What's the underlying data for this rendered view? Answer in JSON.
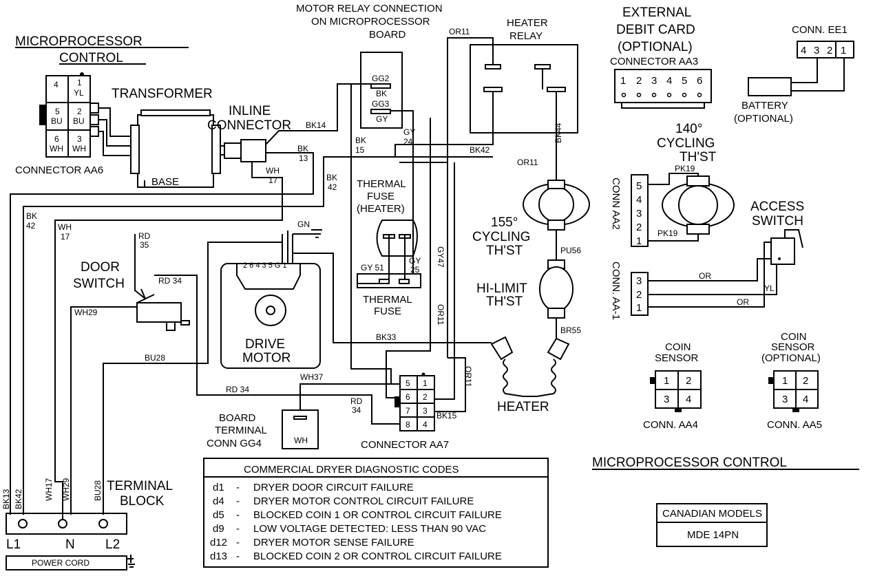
{
  "titles": {
    "main_top": [
      "MICROPROCESSOR",
      "CONTROL"
    ],
    "main_bottom": "MICROPROCESSOR CONTROL"
  },
  "transformer": {
    "label": "TRANSFORMER",
    "base": "BASE"
  },
  "inline_connector": [
    "INLINE",
    "CONNECTOR"
  ],
  "connector_aa6": {
    "label": "CONNECTOR AA6",
    "pins": [
      "4",
      "1",
      "YL",
      "5",
      "BU",
      "2",
      "BU",
      "6",
      "WH",
      "3",
      "WH"
    ]
  },
  "motor_relay": {
    "label": [
      "MOTOR RELAY CONNECTION",
      "ON MICROPROCESSOR",
      "BOARD"
    ],
    "pins": [
      "GG2",
      "BK",
      "GG3",
      "GY"
    ]
  },
  "heater_relay": [
    "HEATER",
    "RELAY"
  ],
  "debit_card": {
    "label": [
      "EXTERNAL",
      "DEBIT CARD",
      "(OPTIONAL)",
      "CONNECTOR AA3"
    ],
    "pins": [
      "1",
      "2",
      "3",
      "4",
      "5",
      "6"
    ]
  },
  "conn_ee1": {
    "label": "CONN. EE1",
    "pins": [
      "4",
      "3",
      "2",
      "1"
    ]
  },
  "battery": [
    "BATTERY",
    "(OPTIONAL)"
  ],
  "thermal_fuse_heater": [
    "THERMAL",
    "FUSE",
    "(HEATER)"
  ],
  "thermal_fuse": [
    "THERMAL",
    "FUSE"
  ],
  "cycling_155": [
    "155°",
    "CYCLING",
    "TH'ST"
  ],
  "cycling_140": [
    "140°",
    "CYCLING",
    "TH'ST"
  ],
  "hi_limit": [
    "HI-LIMIT",
    "TH'ST"
  ],
  "conn_aa2": {
    "label": "CONN AA2",
    "pins": [
      "5",
      "4",
      "3",
      "2",
      "1"
    ]
  },
  "conn_aa1": {
    "label": "CONN. AA-1",
    "pins": [
      "3",
      "2",
      "1"
    ]
  },
  "access_switch": [
    "ACCESS",
    "SWITCH"
  ],
  "door_switch": [
    "DOOR",
    "SWITCH"
  ],
  "drive_motor": {
    "label": [
      "DRIVE",
      "MOTOR"
    ],
    "pins": "2 6 4 3 5 G 1"
  },
  "heater": "HEATER",
  "coin_aa4": {
    "label": [
      "COIN",
      "SENSOR"
    ],
    "conn": "CONN. AA4",
    "pins": [
      "1",
      "2",
      "3",
      "4"
    ]
  },
  "coin_aa5": {
    "label": [
      "COIN",
      "SENSOR",
      "(OPTIONAL)"
    ],
    "conn": "CONN. AA5",
    "pins": [
      "1",
      "2",
      "3",
      "4"
    ]
  },
  "connector_aa7": {
    "label": "CONNECTOR AA7",
    "pins": [
      "5",
      "1",
      "6",
      "2",
      "7",
      "3",
      "8",
      "4"
    ]
  },
  "board_terminal": {
    "label": [
      "BOARD",
      "TERMINAL",
      "CONN GG4"
    ],
    "pin": "WH"
  },
  "terminal_block": {
    "label": [
      "TERMINAL",
      "BLOCK"
    ],
    "terminals": [
      "L1",
      "N",
      "L2"
    ],
    "power_cord": "POWER CORD"
  },
  "wires": {
    "bk14": "BK14",
    "bk13a": "BK",
    "bk13b": "13",
    "wh17a": "WH",
    "wh17b": "17",
    "bk42a": "BK",
    "bk42b": "42",
    "bk42l_a": "BK",
    "bk42l_b": "42",
    "wh17l_a": "WH",
    "wh17l_b": "17",
    "or11_top": "OR11",
    "or11_mid": "OR11",
    "bk15a": "BK",
    "bk15b": "15",
    "gy24a": "GY",
    "gy24b": "24",
    "bk42r": "BK42",
    "bk44": "BK44",
    "gn": "GN",
    "rd35a": "RD",
    "rd35b": "35",
    "rd34": "RD 34",
    "wh29": "WH29",
    "gy47": "GY47",
    "gy51": "GY 51",
    "gy25a": "GY",
    "gy25b": "25",
    "bk33": "BK33",
    "bu28": "BU28",
    "rd34b": "RD 34",
    "wh37": "WH37",
    "rd34c_a": "RD",
    "rd34c_b": "34",
    "bk15r": "BK15",
    "or11v": "OR11",
    "or11v2": "OR11",
    "pu56": "PU56",
    "br55": "BR55",
    "pk19a": "PK19",
    "pk19b": "PK19",
    "or_a": "OR",
    "or_b": "OR",
    "yl": "YL",
    "vert": [
      "BK13",
      "BK42",
      "WH17",
      "WH29",
      "BU28"
    ]
  },
  "diagnostic": {
    "title": "COMMERCIAL DRYER DIAGNOSTIC CODES",
    "rows": [
      {
        "code": "d1",
        "sep": "-",
        "text": "DRYER DOOR CIRCUIT FAILURE"
      },
      {
        "code": "d4",
        "sep": "-",
        "text": "DRYER MOTOR CONTROL CIRCUIT FAILURE"
      },
      {
        "code": "d5",
        "sep": "-",
        "text": "BLOCKED COIN 1 OR CONTROL CIRCUIT FAILURE"
      },
      {
        "code": "d9",
        "sep": "-",
        "text": "LOW VOLTAGE DETECTED: LESS THAN 90 VAC"
      },
      {
        "code": "d12",
        "sep": "-",
        "text": "DRYER MOTOR SENSE FAILURE"
      },
      {
        "code": "d13",
        "sep": "-",
        "text": "BLOCKED COIN 2 OR CONTROL CIRCUIT FAILURE"
      }
    ]
  },
  "canadian": {
    "title": "CANADIAN MODELS",
    "model": "MDE 14PN"
  }
}
